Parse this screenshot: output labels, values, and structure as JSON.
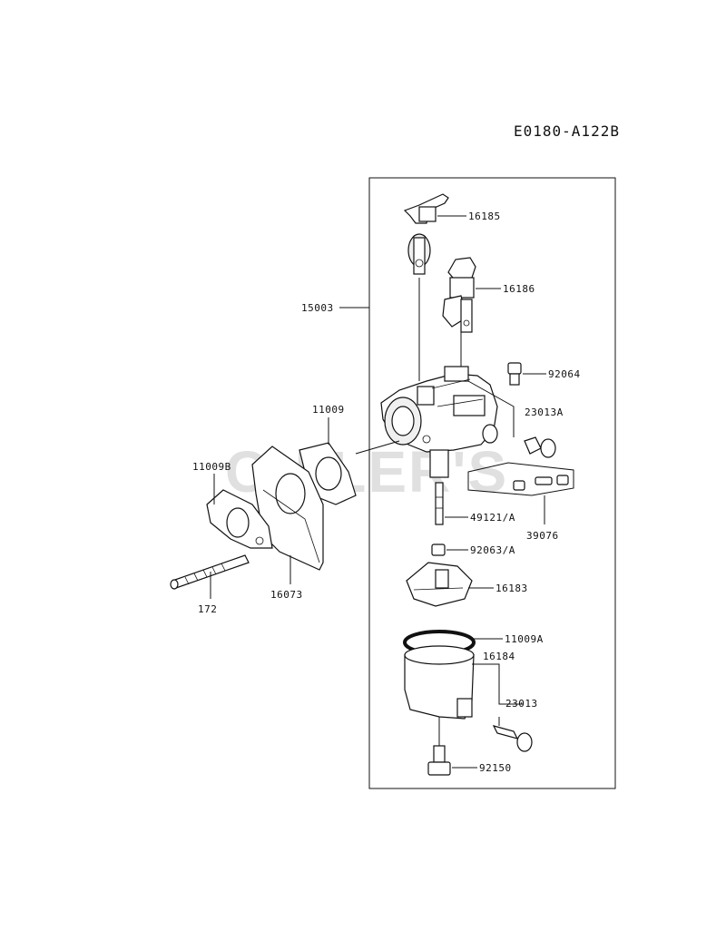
{
  "diagram_code": "E0180-A122B",
  "watermark": "CHILER'S",
  "labels": {
    "p16185": "16185",
    "p16186": "16186",
    "p15003": "15003",
    "p92064": "92064",
    "p23013A": "23013A",
    "p11009": "11009",
    "p11009B": "11009B",
    "p49121A": "49121/A",
    "p39076": "39076",
    "p92063A": "92063/A",
    "p16183": "16183",
    "p11009A": "11009A",
    "p16184": "16184",
    "p23013": "23013",
    "p92150": "92150",
    "p172": "172",
    "p16073": "16073"
  }
}
